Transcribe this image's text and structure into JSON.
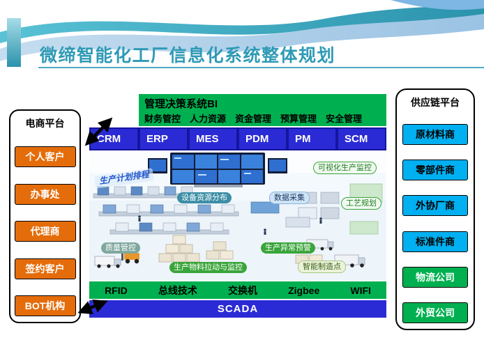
{
  "slide": {
    "title": "微缔智能化工厂信息化系统整体规划"
  },
  "ecommerce_panel": {
    "title": "电商平台",
    "items": [
      "个人客户",
      "办事处",
      "代理商",
      "签约客户",
      "BOT机构"
    ]
  },
  "supply_panel": {
    "title": "供应链平台",
    "items_cyan": [
      "原材料商",
      "零部件商",
      "外协厂商",
      "标准件商"
    ],
    "items_green": [
      "物流公司",
      "外贸公司"
    ]
  },
  "bi_bar": {
    "title": "管理决策系统BI",
    "subtitle": "财务管控　人力资源　资金管理　预算管理　安全管理"
  },
  "system_bar": [
    "CRM",
    "ERP",
    "MES",
    "PDM",
    "PM",
    "SCM"
  ],
  "factory": {
    "callouts": {
      "plan": "生产计划排程",
      "device": "设备资源分布",
      "data": "数据采集",
      "visual": "可视化生产监控",
      "process": "工艺规划",
      "quality": "质量管控",
      "warning": "生产异常预警",
      "material": "生产物料拉动与监控",
      "smart": "智能制造点"
    }
  },
  "network_bar": [
    "RFID",
    "总线技术",
    "交换机",
    "Zigbee",
    "WIFI"
  ],
  "scada_label": "SCADA",
  "colors": {
    "title_teal": "#2E9AB5",
    "orange": "#E46C0A",
    "cyan": "#00B0F0",
    "green": "#00B050",
    "blue": "#2B2BD5"
  }
}
